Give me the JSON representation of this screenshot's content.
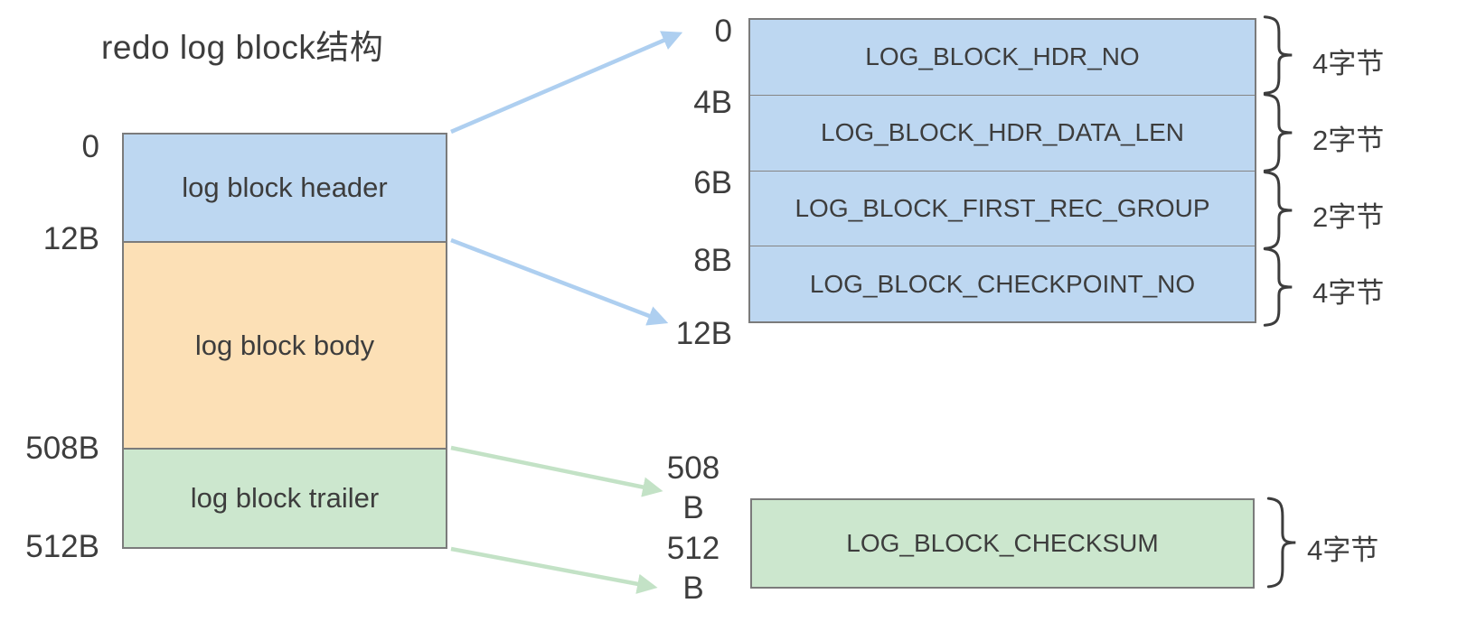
{
  "title": "redo log block结构",
  "left_block": {
    "offsets": [
      "0",
      "12B",
      "508B",
      "512B"
    ],
    "sections": [
      {
        "label": "log block header",
        "fill": "#bdd7f1"
      },
      {
        "label": "log block body",
        "fill": "#fce0b6"
      },
      {
        "label": "log block trailer",
        "fill": "#cce7ce"
      }
    ]
  },
  "header_detail": {
    "offsets": [
      "0",
      "4B",
      "6B",
      "8B",
      "12B"
    ],
    "rows": [
      {
        "label": "LOG_BLOCK_HDR_NO",
        "size": "4字节"
      },
      {
        "label": "LOG_BLOCK_HDR_DATA_LEN",
        "size": "2字节"
      },
      {
        "label": "LOG_BLOCK_FIRST_REC_GROUP",
        "size": "2字节"
      },
      {
        "label": "LOG_BLOCK_CHECKPOINT_NO",
        "size": "4字节"
      }
    ]
  },
  "trailer_detail": {
    "offsets": [
      "508 B",
      "512 B"
    ],
    "rows": [
      {
        "label": "LOG_BLOCK_CHECKSUM",
        "size": "4字节"
      }
    ]
  },
  "colors": {
    "header_fill": "#bdd7f1",
    "body_fill": "#fce0b6",
    "trailer_fill": "#cce7ce",
    "blue_arrow": "#aecff0",
    "green_arrow": "#c3e2c6",
    "border": "#7b7b7b",
    "text": "#3d3d3d"
  }
}
